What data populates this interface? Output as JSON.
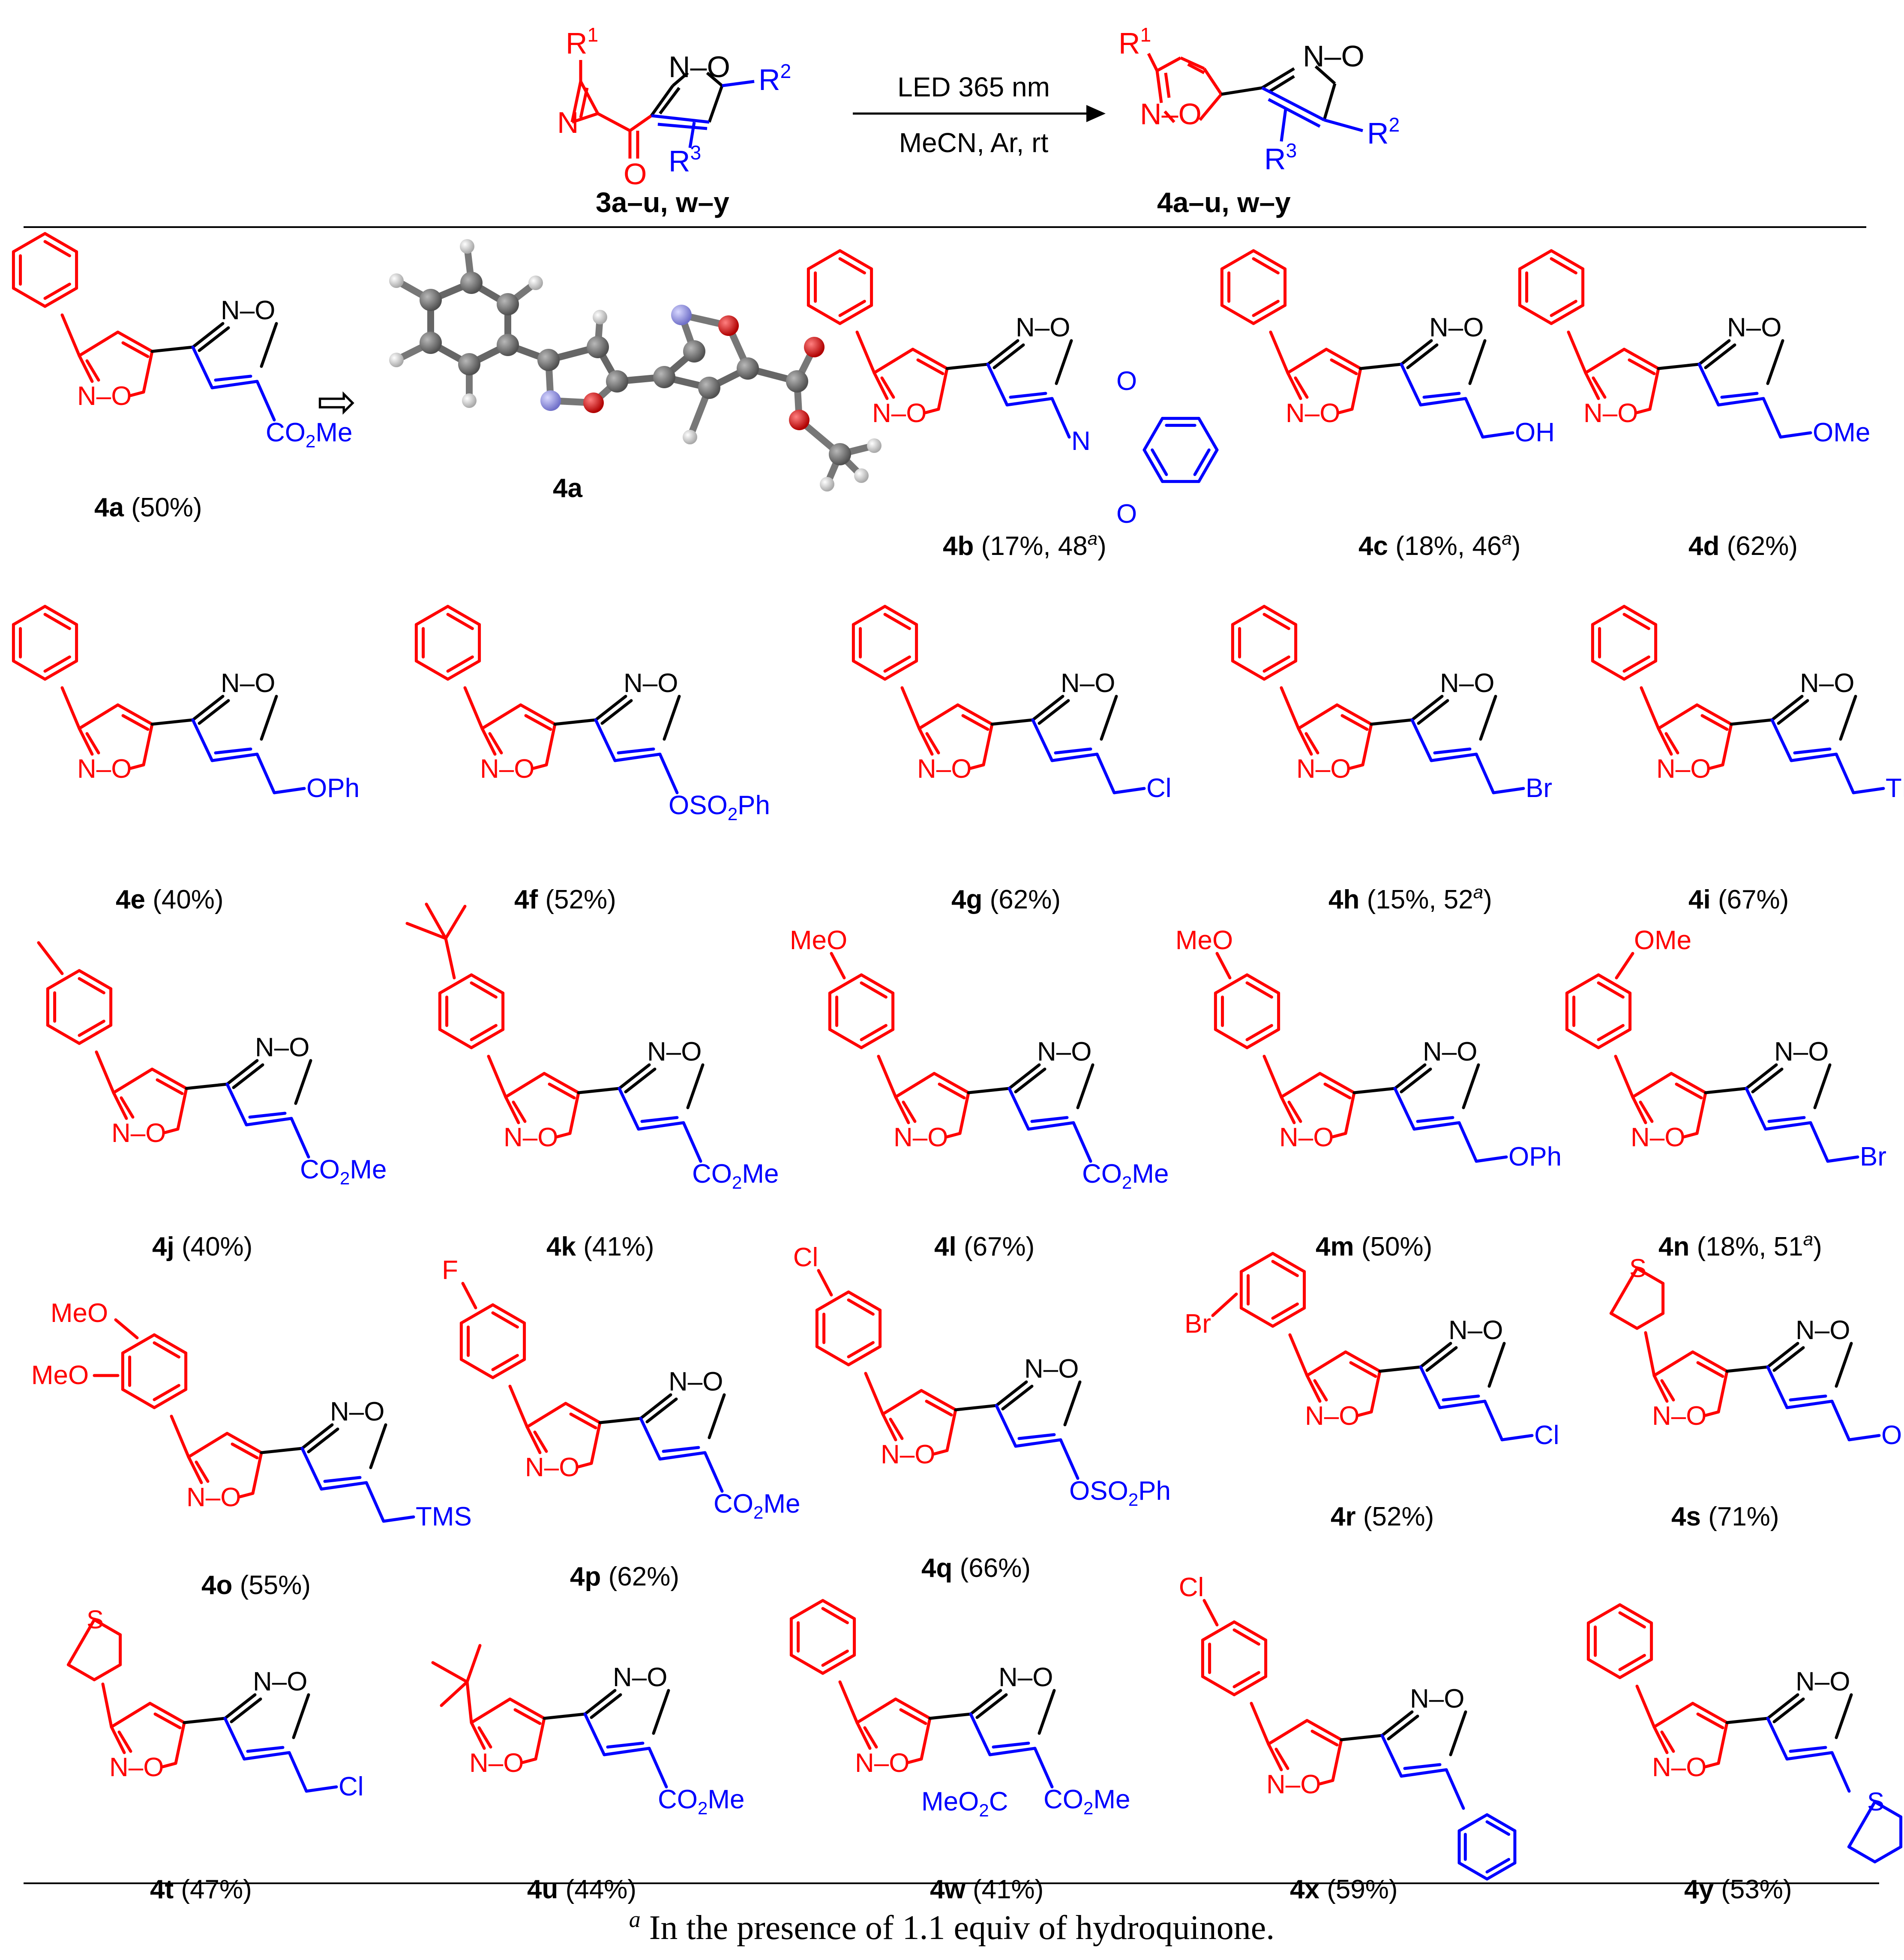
{
  "scheme": {
    "reactant": {
      "r1": "R",
      "r1sup": "1",
      "r2": "R",
      "r2sup": "2",
      "r3": "R",
      "r3sup": "3",
      "label": "3a–u, w–y",
      "n": "N",
      "o": "O",
      "no": "N–O"
    },
    "conditions": {
      "line1": "LED 365 nm",
      "line2": "MeCN, Ar, rt"
    },
    "product": {
      "r1": "R",
      "r1sup": "1",
      "r2": "R",
      "r2sup": "2",
      "r3": "R",
      "r3sup": "3",
      "label": "4a–u, w–y",
      "no": "N–O",
      "ring2": "N–O"
    }
  },
  "colors": {
    "core": "#ff0000",
    "substituent": "#0000ff",
    "carbon": "#707070",
    "hydrogen": "#d8d8d8",
    "oxygen": "#e00000",
    "nitrogen": "#9a9ae6"
  },
  "iso": {
    "n": "N",
    "o": "O"
  },
  "crystal": {
    "label": "4a"
  },
  "compounds": [
    {
      "id": "4a",
      "yield": " (50%)",
      "sub": "CO",
      "subsub": "2",
      "subtail": "Me",
      "aryl": "phenyl"
    },
    {
      "id": "4b",
      "yield": " (17%, 48",
      "sup": "a",
      "tail": ")",
      "sub": "N",
      "aryl": "phenyl"
    },
    {
      "id": "4c",
      "yield": " (18%, 46",
      "sup": "a",
      "tail": ")",
      "sub": "OH",
      "aryl": "phenyl"
    },
    {
      "id": "4d",
      "yield": " (62%)",
      "sub": "OMe",
      "aryl": "phenyl"
    },
    {
      "id": "4e",
      "yield": " (40%)",
      "sub": "OPh",
      "aryl": "phenyl"
    },
    {
      "id": "4f",
      "yield": " (52%)",
      "sub": "OSO",
      "subsub": "2",
      "subtail": "Ph",
      "aryl": "phenyl"
    },
    {
      "id": "4g",
      "yield": " (62%)",
      "sub": "Cl",
      "aryl": "phenyl"
    },
    {
      "id": "4h",
      "yield": " (15%, 52",
      "sup": "a",
      "tail": ")",
      "sub": "Br",
      "aryl": "phenyl"
    },
    {
      "id": "4i",
      "yield": " (67%)",
      "sub": "TMS",
      "aryl": "phenyl"
    },
    {
      "id": "4j",
      "yield": " (40%)",
      "sub": "CO",
      "subsub": "2",
      "subtail": "Me",
      "aryl": "p-tolyl"
    },
    {
      "id": "4k",
      "yield": " (41%)",
      "sub": "CO",
      "subsub": "2",
      "subtail": "Me",
      "aryl": "p-tBu-phenyl"
    },
    {
      "id": "4l",
      "yield": " (67%)",
      "sub": "CO",
      "subsub": "2",
      "subtail": "Me",
      "aryl": "p-MeO-phenyl",
      "arylLabel": "MeO"
    },
    {
      "id": "4m",
      "yield": " (50%)",
      "sub": "OPh",
      "aryl": "p-MeO-phenyl",
      "arylLabel": "MeO"
    },
    {
      "id": "4n",
      "yield": " (18%, 51",
      "sup": "a",
      "tail": ")",
      "sub": "Br",
      "aryl": "m-MeO-phenyl",
      "arylLabel": "OMe"
    },
    {
      "id": "4o",
      "yield": " (55%)",
      "sub": "TMS",
      "aryl": "3,4-diMeO-phenyl",
      "arylLabel": "MeO",
      "arylLabel2": "MeO"
    },
    {
      "id": "4p",
      "yield": " (62%)",
      "sub": "CO",
      "subsub": "2",
      "subtail": "Me",
      "aryl": "p-F-phenyl",
      "arylLabel": "F"
    },
    {
      "id": "4q",
      "yield": " (66%)",
      "sub": "OSO",
      "subsub": "2",
      "subtail": "Ph",
      "aryl": "p-Cl-phenyl",
      "arylLabel": "Cl"
    },
    {
      "id": "4r",
      "yield": " (52%)",
      "sub": "Cl",
      "aryl": "o-Br-phenyl",
      "arylLabel": "Br"
    },
    {
      "id": "4s",
      "yield": " (71%)",
      "sub": "OH",
      "aryl": "2-thienyl",
      "arylLabel": "S"
    },
    {
      "id": "4t",
      "yield": " (47%)",
      "sub": "Cl",
      "aryl": "2-thienyl",
      "arylLabel": "S"
    },
    {
      "id": "4u",
      "yield": " (44%)",
      "sub": "CO",
      "subsub": "2",
      "subtail": "Me",
      "aryl": "tBu"
    },
    {
      "id": "4w",
      "yield": " (41%)",
      "sub": "CO",
      "subsub": "2",
      "subtail": "Me",
      "sub2": "MeO",
      "sub2b": "2",
      "sub2c": "C",
      "aryl": "phenyl"
    },
    {
      "id": "4x",
      "yield": " (59%)",
      "sub": "phenyl",
      "aryl": "p-Cl-phenyl",
      "arylLabel": "Cl"
    },
    {
      "id": "4y",
      "yield": " (53%)",
      "sub": "2-thienyl",
      "subLabel": "S",
      "aryl": "phenyl"
    }
  ],
  "footnote": {
    "sup": "a",
    "text": " In the presence of 1.1 equiv of hydroquinone."
  }
}
